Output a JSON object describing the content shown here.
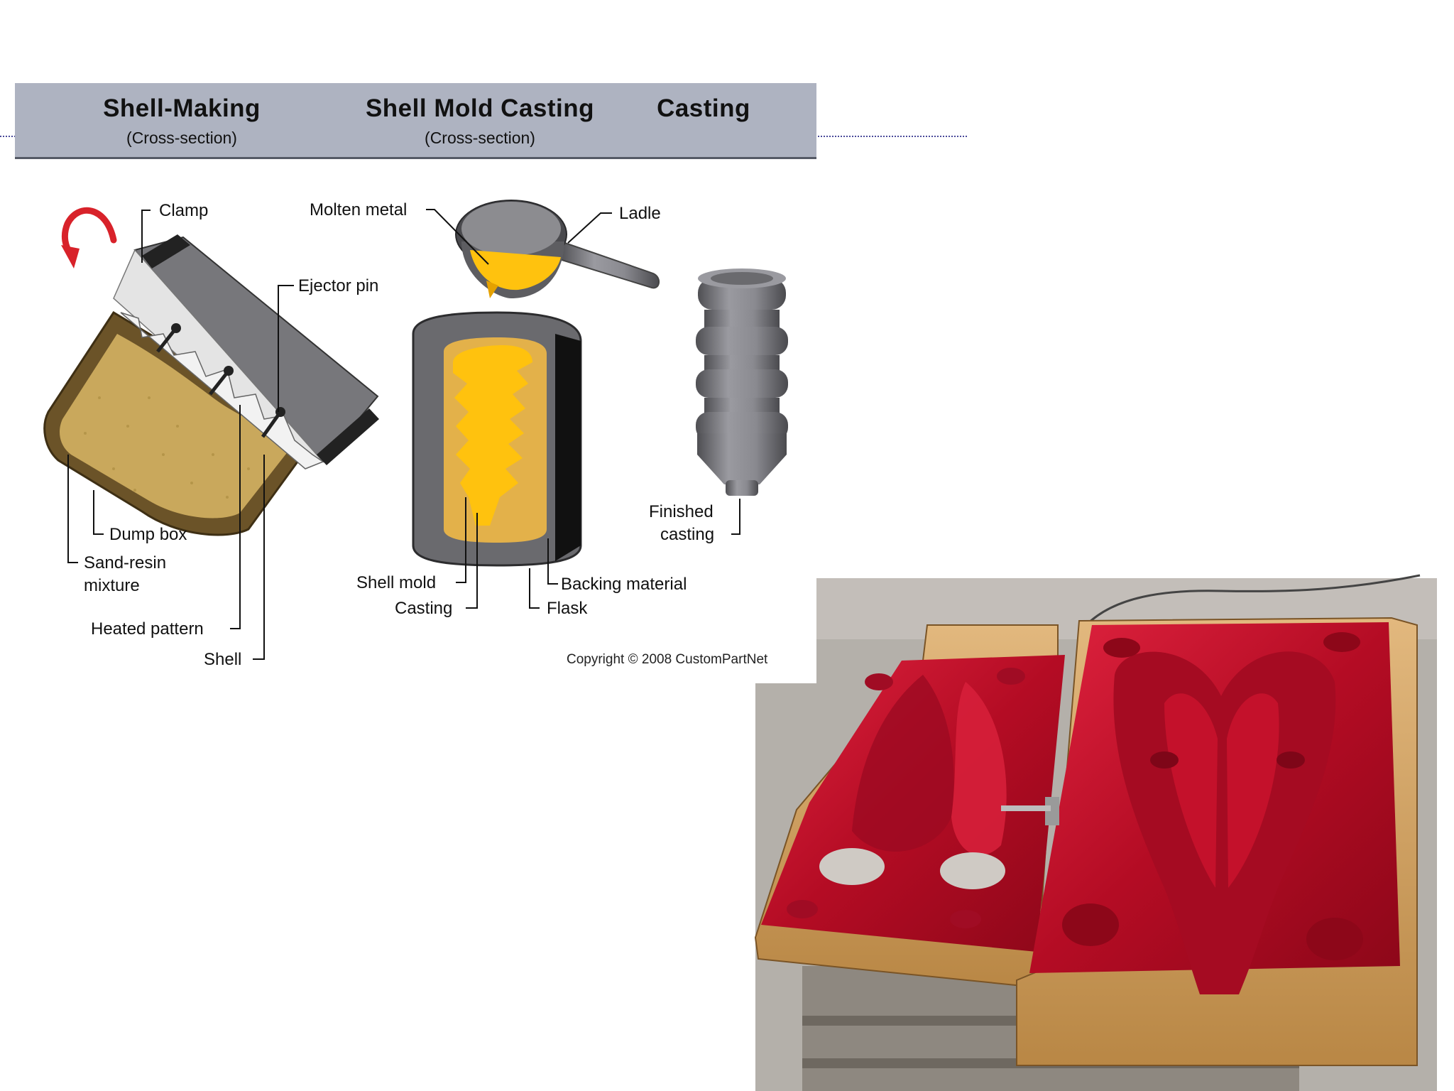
{
  "header": {
    "columns": [
      {
        "title": "Shell-Making",
        "subtitle": "(Cross-section)"
      },
      {
        "title": "Shell Mold Casting",
        "subtitle": "(Cross-section)"
      },
      {
        "title": "Casting",
        "subtitle": ""
      }
    ]
  },
  "labels": {
    "clamp": "Clamp",
    "ejector_pin": "Ejector pin",
    "dump_box": "Dump box",
    "sand_resin_1": "Sand-resin",
    "sand_resin_2": "mixture",
    "heated_pattern": "Heated pattern",
    "shell": "Shell",
    "molten_metal": "Molten metal",
    "ladle": "Ladle",
    "shell_mold": "Shell mold",
    "casting": "Casting",
    "backing_material": "Backing material",
    "flask": "Flask",
    "finished_1": "Finished",
    "finished_2": "casting"
  },
  "copyright": "Copyright © 2008 CustomPartNet",
  "colors": {
    "header_band": "#aeb3c1",
    "rotation_arrow": "#d8222a",
    "sand": "#c9a85c",
    "metal_gray": "#7a7a7e",
    "molten_yellow": "#ffc20e",
    "mold_red": "#c3112b",
    "wood": "#c89a5a"
  }
}
